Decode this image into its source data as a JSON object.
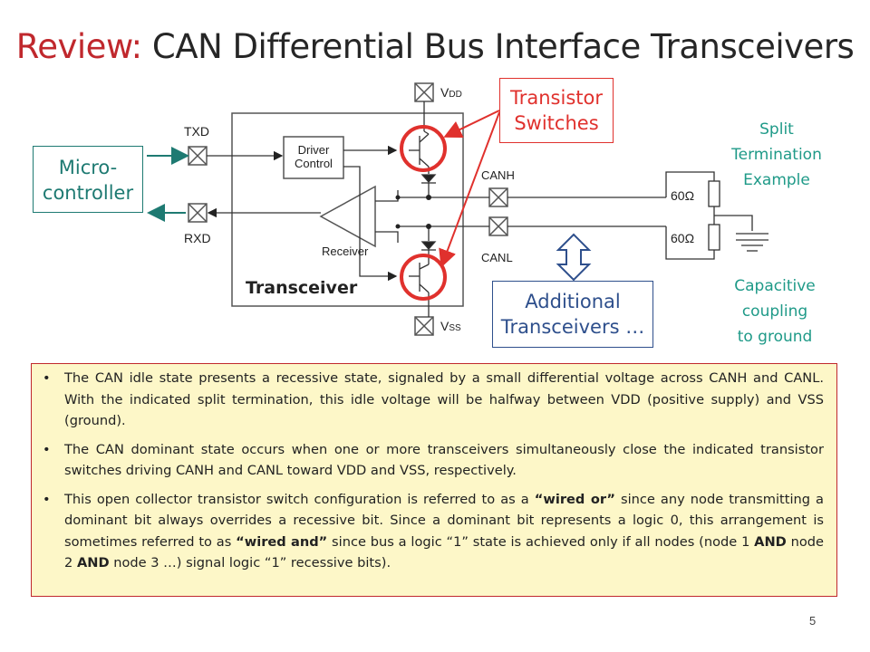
{
  "title": {
    "prefix": "Review:",
    "main": "CAN Differential Bus Interface Transceivers"
  },
  "boxes": {
    "microcontroller": [
      "Micro-",
      "controller"
    ],
    "transistor_switches": [
      "Transistor",
      "Switches"
    ],
    "additional": [
      "Additional",
      "Transceivers …"
    ]
  },
  "notes": {
    "split": [
      "Split",
      "Termination",
      "Example"
    ],
    "capacitive": [
      "Capacitive",
      "coupling",
      "to ground"
    ]
  },
  "circuit": {
    "txd": "TXD",
    "rxd": "RXD",
    "vdd_main": "V",
    "vdd_sub": "DD",
    "vss_main": "V",
    "vss_sub": "SS",
    "driver": [
      "Driver",
      "Control"
    ],
    "receiver": "Receiver",
    "canh": "CANH",
    "canl": "CANL",
    "transceiver": "Transceiver",
    "r1": "60Ω",
    "r2": "60Ω"
  },
  "bullets": [
    {
      "parts": [
        {
          "t": "The CAN idle state presents a recessive state, signaled by a small differential voltage across CANH and CANL.  With the indicated split termination, this idle voltage will be halfway between VDD (positive supply) and VSS (ground)."
        }
      ]
    },
    {
      "parts": [
        {
          "t": "The CAN dominant state occurs when one or more transceivers simultaneously close the indicated transistor switches driving CANH and CANL toward VDD and VSS, respectively."
        }
      ]
    },
    {
      "parts": [
        {
          "t": "This open collector transistor switch configuration is referred to as a "
        },
        {
          "t": "“wired or”",
          "b": true
        },
        {
          "t": " since any node transmitting a dominant bit always overrides a recessive bit.  Since a dominant bit represents a logic 0, this arrangement is sometimes referred to as "
        },
        {
          "t": "“wired and”",
          "b": true
        },
        {
          "t": "  since bus a logic “1” state is achieved only if all nodes (node 1 "
        },
        {
          "t": "AND",
          "b": true
        },
        {
          "t": " node 2 "
        },
        {
          "t": "AND",
          "b": true
        },
        {
          "t": " node 3 …) signal logic “1” recessive bits)."
        }
      ]
    }
  ],
  "page_number": "5",
  "colors": {
    "accent_red": "#c0282d",
    "teal": "#1e7a72",
    "note_teal": "#1f9a88",
    "blue": "#2e4f8c",
    "panel_bg": "#fdf7c8"
  }
}
